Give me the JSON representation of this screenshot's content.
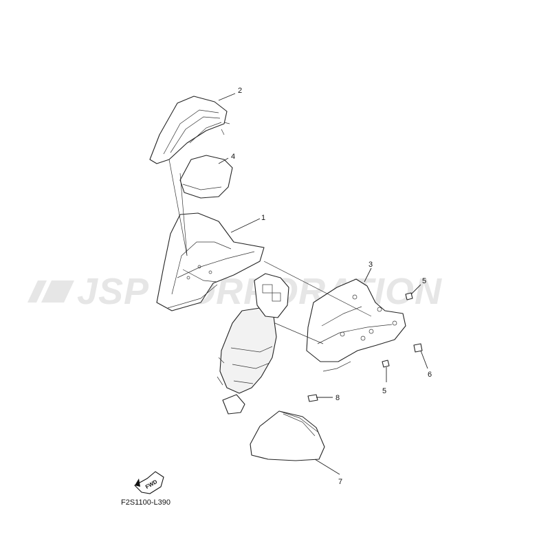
{
  "watermark": "JSP CORPORATION",
  "callouts": {
    "p1": "1",
    "p2": "2",
    "p3": "3",
    "p4": "4",
    "p5a": "5",
    "p5b": "5",
    "p6": "6",
    "p7": "7",
    "p8": "8"
  },
  "fwd_label": "FWD",
  "drawing_code": "F2S1100-L390"
}
